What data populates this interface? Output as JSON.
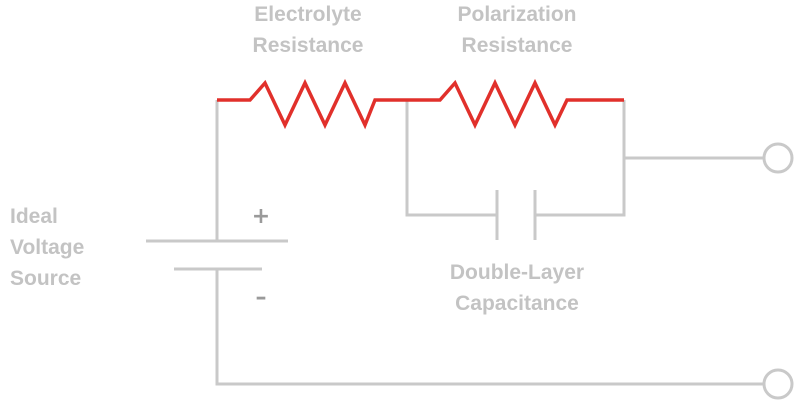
{
  "labels": {
    "electrolyte_resistance": [
      "Electrolyte",
      "Resistance"
    ],
    "polarization_resistance": [
      "Polarization",
      "Resistance"
    ],
    "ideal_voltage_source": [
      "Ideal",
      "Voltage",
      "Source"
    ],
    "double_layer_capacitance": [
      "Double-Layer",
      "Capacitance"
    ]
  },
  "polarity": {
    "positive": "+",
    "negative": "–"
  },
  "colors": {
    "wire": "#c9c9c9",
    "resistor": "#e1302b",
    "label": "#c3c3c3",
    "sign": "#9a9a9a"
  }
}
